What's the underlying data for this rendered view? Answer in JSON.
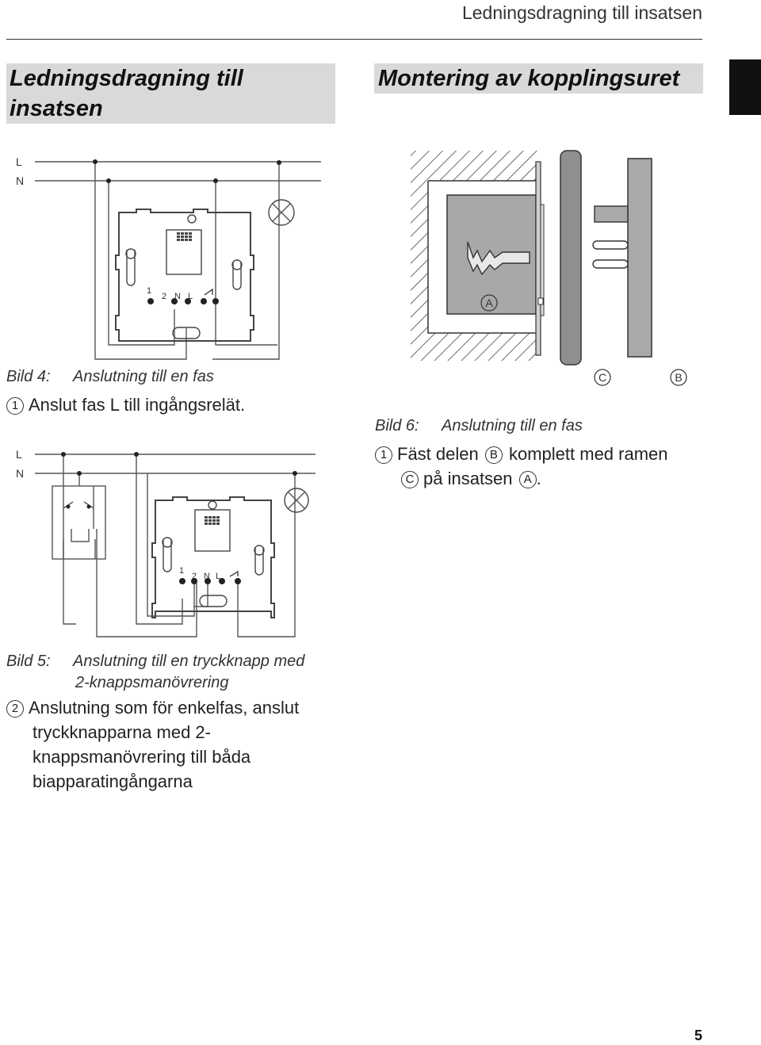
{
  "header": {
    "running_title": "Ledningsdragning till insatsen"
  },
  "sections": {
    "left_title_line1": "Ledningsdragning till",
    "left_title_line2": "insatsen",
    "right_title": "Montering av kopplingsuret"
  },
  "figure4": {
    "line_label_l": "L",
    "line_label_n": "N",
    "terminals": [
      "1",
      "2",
      "N",
      "L"
    ],
    "caption_label": "Bild 4:",
    "caption_text": "Anslutning till en fas",
    "step_number": "1",
    "step_text": "Anslut fas L till ingångsrelät."
  },
  "figure5": {
    "line_label_l": "L",
    "line_label_n": "N",
    "terminals": [
      "1",
      "2",
      "N",
      "L"
    ],
    "caption_label": "Bild 5:",
    "caption_line1": "Anslutning till en tryckknapp med",
    "caption_line2": "2-knappsmanövrering",
    "step_number": "2",
    "step_lines": [
      "Anslutning som för enkelfas, anslut",
      "tryckknapparna med 2-",
      "knappsmanövrering till båda",
      "biapparatingångarna"
    ]
  },
  "figure6": {
    "marker_a": "A",
    "marker_b": "B",
    "marker_c": "C",
    "caption_label": "Bild 6:",
    "caption_text": "Anslutning till en fas",
    "step_number": "1",
    "step_line1_a": "Fäst delen",
    "step_line1_marker": "B",
    "step_line1_b": "komplett med ramen",
    "step_line2_marker1": "C",
    "step_line2_a": "på insatsen",
    "step_line2_marker2": "A",
    "step_line2_end": "."
  },
  "footer": {
    "page_number": "5"
  }
}
